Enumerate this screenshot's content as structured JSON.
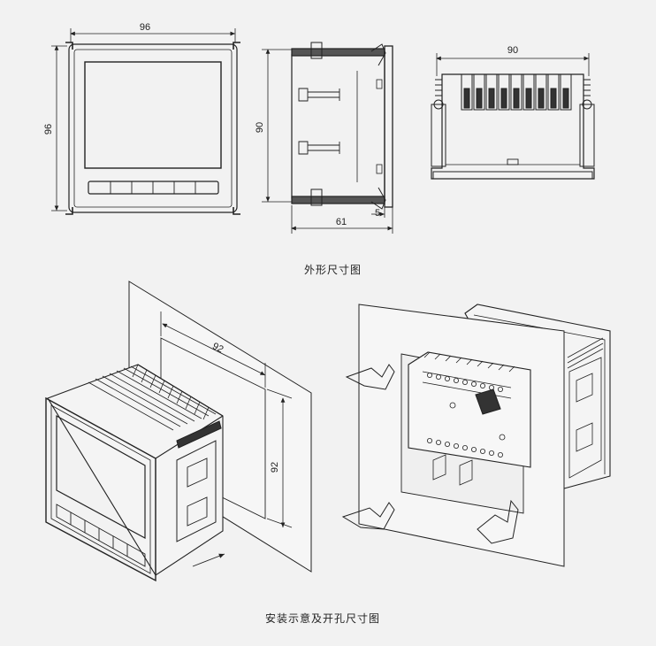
{
  "drawing": {
    "front_width": "96",
    "front_height": "96",
    "side_height": "90",
    "side_depth": "61",
    "side_flange": "5",
    "top_width": "90",
    "cutout_width": "92",
    "cutout_height": "92"
  },
  "captions": {
    "outline": "外形尺寸图",
    "install": "安装示意及开孔尺寸图"
  }
}
